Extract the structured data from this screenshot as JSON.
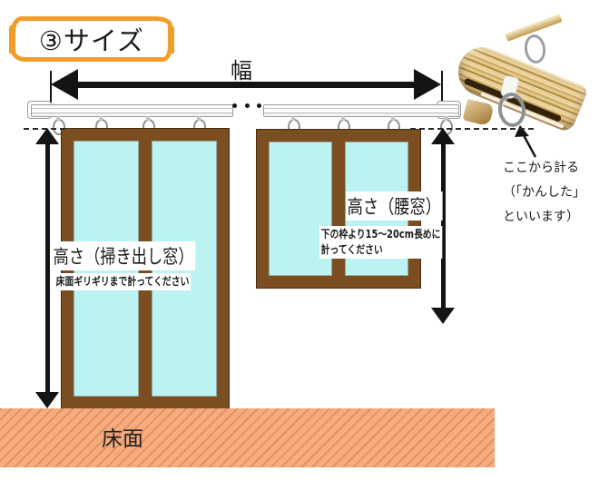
{
  "title": {
    "label": "③サイズ"
  },
  "dimensions": {
    "width_label": "幅",
    "tall_window": {
      "height_label": "高さ（掃き出し窓）",
      "note": "床面ギリギリまで計ってください"
    },
    "waist_window": {
      "height_label": "高さ（腰窓）",
      "note_line1": "下の枠より15～20cm長めに",
      "note_line2": "計ってください"
    },
    "floor_label": "床面"
  },
  "rail_detail": {
    "caption_line1": "ここから計る",
    "caption_line2": "（「かんした」",
    "caption_line3": "といいます）"
  },
  "colors": {
    "accent_orange": "#F09D2A",
    "window_frame_brown": "#7B4E22",
    "glass_cyan": "#BDF2F3",
    "floor_salmon": "#F6AC7E",
    "floor_stripe": "#E39165",
    "arrow_black": "#141414",
    "rail_gray": "#9A9A9A",
    "metal_gray": "#8E9296",
    "wood_light": "#ECD8A4",
    "wood_dark": "#B08A3E"
  }
}
